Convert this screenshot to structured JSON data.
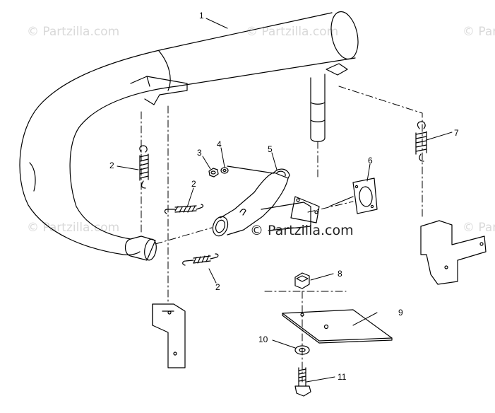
{
  "diagram": {
    "watermark_text": "© Partzilla.com",
    "center_watermark_text": "© Partzilla.com",
    "line_color": "#000000",
    "background": "#ffffff",
    "callouts": [
      {
        "id": "callout-1",
        "label": "1"
      },
      {
        "id": "callout-2a",
        "label": "2"
      },
      {
        "id": "callout-2b",
        "label": "2"
      },
      {
        "id": "callout-2c",
        "label": "2"
      },
      {
        "id": "callout-3",
        "label": "3"
      },
      {
        "id": "callout-4",
        "label": "4"
      },
      {
        "id": "callout-5",
        "label": "5"
      },
      {
        "id": "callout-6",
        "label": "6"
      },
      {
        "id": "callout-7",
        "label": "7"
      },
      {
        "id": "callout-8",
        "label": "8"
      },
      {
        "id": "callout-9",
        "label": "9"
      },
      {
        "id": "callout-10",
        "label": "10"
      },
      {
        "id": "callout-11",
        "label": "11"
      }
    ]
  }
}
